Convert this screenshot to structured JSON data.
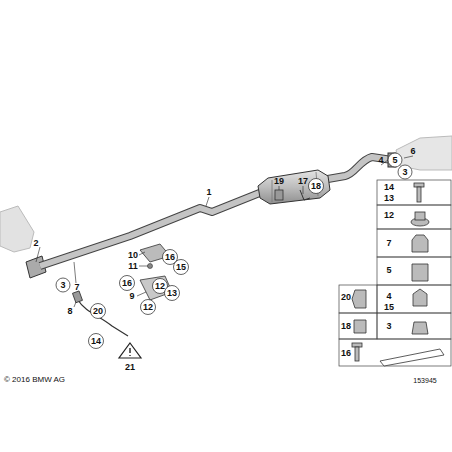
{
  "diagram": {
    "labels": [
      "19",
      "17",
      "18",
      "4",
      "5",
      "6",
      "3",
      "1",
      "2",
      "3",
      "7",
      "10",
      "11",
      "16",
      "15",
      "16",
      "12",
      "13",
      "9",
      "12",
      "8",
      "20",
      "14",
      "21",
      "14",
      "13",
      "12",
      "7",
      "5",
      "20",
      "4",
      "15",
      "18",
      "3",
      "16",
      "153945",
      "© 2016 BMW AG"
    ]
  }
}
